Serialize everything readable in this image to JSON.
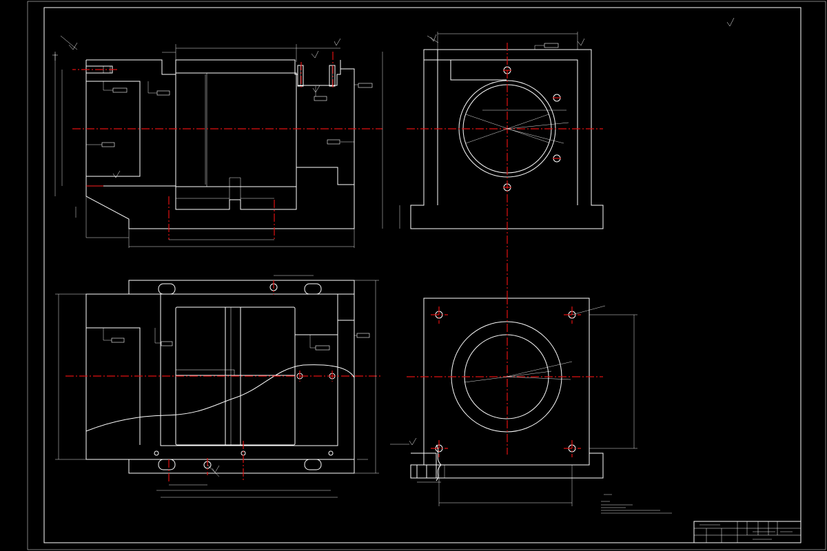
{
  "drawing": {
    "background_color": "#000000",
    "line_color": "#ffffff",
    "centerline_color": "#e01010",
    "views": [
      {
        "name": "front-section-view"
      },
      {
        "name": "side-view"
      },
      {
        "name": "top-section-view"
      },
      {
        "name": "bottom-view"
      }
    ],
    "title_block": {
      "part_name": "",
      "drawing_number": "",
      "scale": "",
      "sheet": ""
    }
  }
}
